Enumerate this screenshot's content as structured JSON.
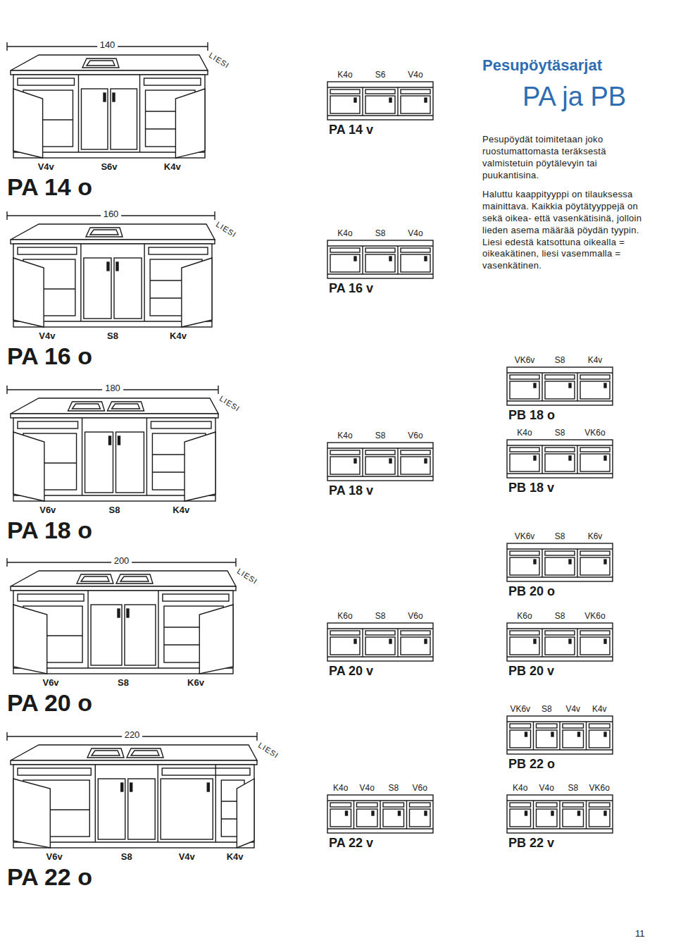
{
  "diagram": {
    "title": "Pesupöytäsarjat",
    "labels": [
      "140",
      "LIESI",
      "V4v",
      "S6v",
      "K4v",
      "PA 14 o",
      "K4o",
      "S6",
      "V4o",
      "PA 14 v",
      "PA ja PB",
      "Pesupöydät toimitetaan joko ruostumattomasta teräksestä valmistetuin pöytälevyin tai puukantisina.",
      "Haluttu kaappityyppi on tilauksessa mainittava. Kaikkia pöytätyyppejä on sekä oikea- että vasenkätisinä, jolloin lieden asema määrää pöydän tyypin. Liesi edestä katsottuna oikealla = oikeakätinen, liesi vasemmalla = vasenkätinen.",
      "160",
      "LIESI",
      "V4v",
      "S8",
      "K4v",
      "PA 16 o",
      "K4o",
      "S8",
      "V4o",
      "PA 16 v",
      "VK6v",
      "S8",
      "K4v",
      "PB 18 o",
      "180",
      "LIESI",
      "V6v",
      "S8",
      "K4v",
      "PA 18 o",
      "K4o",
      "S8",
      "V6o",
      "PA 18 v",
      "K4o",
      "S8",
      "VK6o",
      "PB 18 v",
      "VK6v",
      "S8",
      "K6v",
      "PB 20 o",
      "200",
      "LIESI",
      "V6v",
      "S8",
      "K6v",
      "PA 20 o",
      "K6o",
      "S8",
      "V6o",
      "PA 20 v",
      "K6o",
      "S8",
      "VK6o",
      "PB 20 v",
      "VK6v",
      "S8",
      "V4v",
      "K4v",
      "PB 22 o",
      "220",
      "LIESI",
      "V6v",
      "S8",
      "V4v",
      "K4v",
      "PA 22 o",
      "K4o",
      "V4o",
      "S8",
      "V6o",
      "PA 22 v",
      "K4o",
      "V4o",
      "S8",
      "VK6o",
      "PB 22 v",
      "11"
    ]
  }
}
